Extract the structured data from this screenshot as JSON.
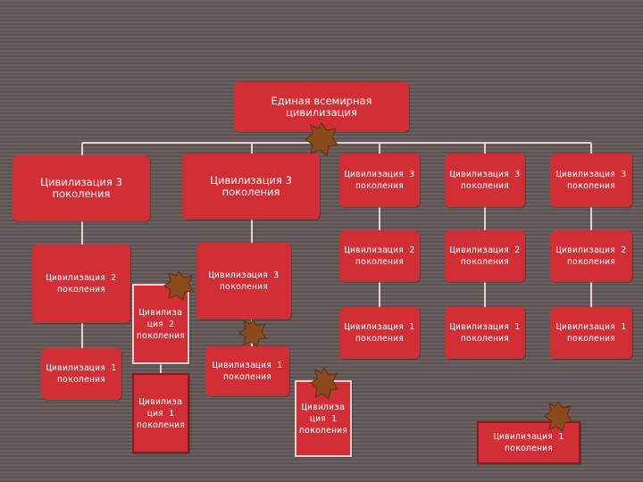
{
  "colors": {
    "box": "#d22e35",
    "line": "#e8d0d0",
    "leaf": "#8b4a1c",
    "background": "#5b5251"
  },
  "root": "Единая всемирная цивилизация",
  "boxes": {
    "gen3_left": "Цивилизация 3 поколения",
    "gen3_center": "Цивилизация 3 поколения",
    "col1_gen3": "Цивилизация 3 поколения",
    "col2_gen3": "Цивилизация 3 поколения",
    "col3_gen3": "Цивилизация 3 поколения",
    "col1_gen2": "Цивилизация 2 поколения",
    "col2_gen2": "Цивилизация 2 поколения",
    "col3_gen2": "Цивилизация  2 поколения",
    "col1_gen1": "Цивилизация 1 поколения",
    "col2_gen1": "Цивилизация 1 поколения",
    "col3_gen1": "Цивилизация 1 поколения",
    "left_gen2": "Цивилизация 2 поколения",
    "left_gen1": "Цивилизация 1 поколения",
    "center_gen3": "Цивилизация 3 поколения",
    "center_gen1": "Цивилизация 1 поколения",
    "small_gen2": "Цивилиза ция 2 поколения",
    "small_gen1": "Цивилиза ция 1 поколения",
    "mid_gen1": "Цивилиза ция 1 поколения",
    "right_gen1": "Цивилизация 1 поколения"
  },
  "decorations": [
    "leaf-icon",
    "leaf-icon",
    "leaf-icon",
    "leaf-icon",
    "leaf-icon"
  ]
}
